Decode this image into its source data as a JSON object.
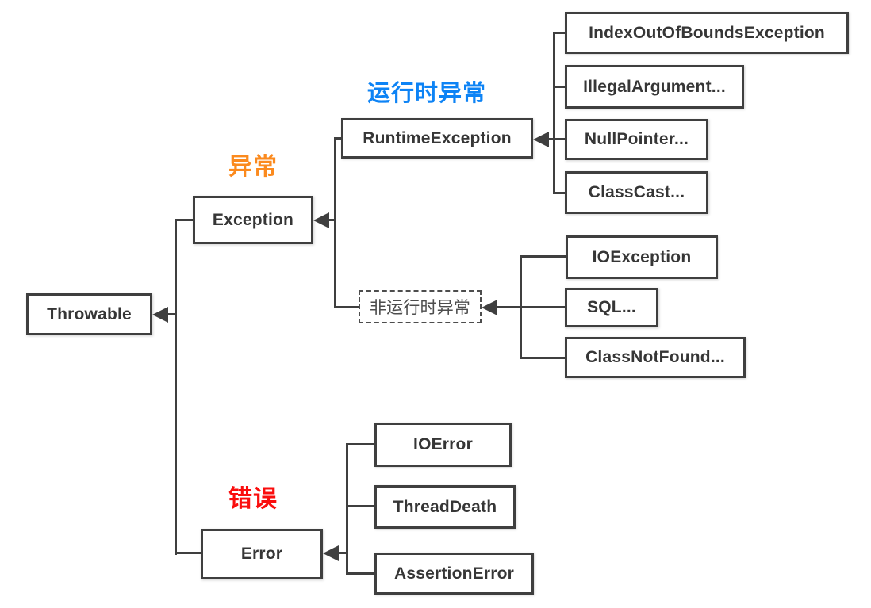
{
  "colors": {
    "line": "#3f3f3f",
    "box_text": "#363636",
    "label_exception": "#fb8a1e",
    "label_runtime": "#0d83f5",
    "label_error": "#fa0d0d",
    "nonruntime_text": "#4d4d4d"
  },
  "annotations": {
    "exception_label": "异常",
    "runtime_label": "运行时异常",
    "error_label": "错误"
  },
  "nodes": {
    "throwable": {
      "label": "Throwable"
    },
    "exception": {
      "label": "Exception"
    },
    "error": {
      "label": "Error"
    },
    "runtime_exception": {
      "label": "RuntimeException"
    },
    "non_runtime_exception": {
      "label": "非运行时异常"
    },
    "index_out_of_bounds": {
      "label": "IndexOutOfBoundsException"
    },
    "illegal_argument": {
      "label": "IllegalArgument..."
    },
    "null_pointer": {
      "label": "NullPointer..."
    },
    "class_cast": {
      "label": "ClassCast..."
    },
    "io_exception": {
      "label": "IOException"
    },
    "sql": {
      "label": "SQL..."
    },
    "class_not_found": {
      "label": "ClassNotFound..."
    },
    "io_error": {
      "label": "IOError"
    },
    "thread_death": {
      "label": "ThreadDeath"
    },
    "assertion_error": {
      "label": "AssertionError"
    }
  },
  "edges": [
    {
      "from": "Exception",
      "to": "Throwable"
    },
    {
      "from": "Error",
      "to": "Throwable"
    },
    {
      "from": "RuntimeException",
      "to": "Exception"
    },
    {
      "from": "非运行时异常",
      "to": "Exception"
    },
    {
      "from": "IndexOutOfBoundsException",
      "to": "RuntimeException"
    },
    {
      "from": "IllegalArgument...",
      "to": "RuntimeException"
    },
    {
      "from": "NullPointer...",
      "to": "RuntimeException"
    },
    {
      "from": "ClassCast...",
      "to": "RuntimeException"
    },
    {
      "from": "IOException",
      "to": "非运行时异常"
    },
    {
      "from": "SQL...",
      "to": "非运行时异常"
    },
    {
      "from": "ClassNotFound...",
      "to": "非运行时异常"
    },
    {
      "from": "IOError",
      "to": "Error"
    },
    {
      "from": "ThreadDeath",
      "to": "Error"
    },
    {
      "from": "AssertionError",
      "to": "Error"
    }
  ]
}
